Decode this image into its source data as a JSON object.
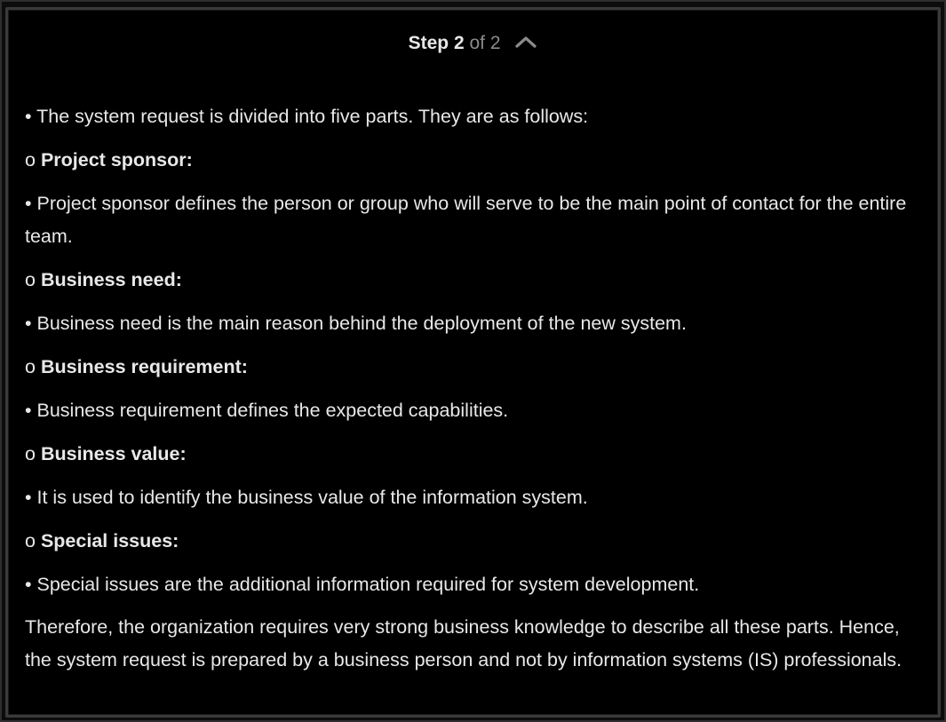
{
  "header": {
    "step_word": "Step",
    "step_current": "2",
    "step_of": "of",
    "step_total": "2",
    "collapse_icon": "chevron-up-icon"
  },
  "content": {
    "intro": "• The system request is divided into five parts. They are as follows:",
    "sections": [
      {
        "marker": "o",
        "title": "Project sponsor:",
        "body": "• Project sponsor defines the person or group who will serve to be the main point of contact for the entire team."
      },
      {
        "marker": "o",
        "title": "Business need:",
        "body": "• Business need is the main reason behind the deployment of the new system."
      },
      {
        "marker": "o",
        "title": "Business requirement:",
        "body": "• Business requirement defines the expected capabilities."
      },
      {
        "marker": "o",
        "title": "Business value:",
        "body": "• It is used to identify the business value of the information system."
      },
      {
        "marker": "o",
        "title": "Special issues:",
        "body": "• Special issues are the additional information required for system development."
      }
    ],
    "conclusion": "Therefore, the organization requires very strong business knowledge to describe all these parts. Hence, the system request is prepared by a business person and not by information systems (IS) professionals."
  },
  "colors": {
    "background": "#000000",
    "text": "#e8e8e8",
    "muted": "#8a8a8a",
    "border": "#3a3a3a"
  }
}
